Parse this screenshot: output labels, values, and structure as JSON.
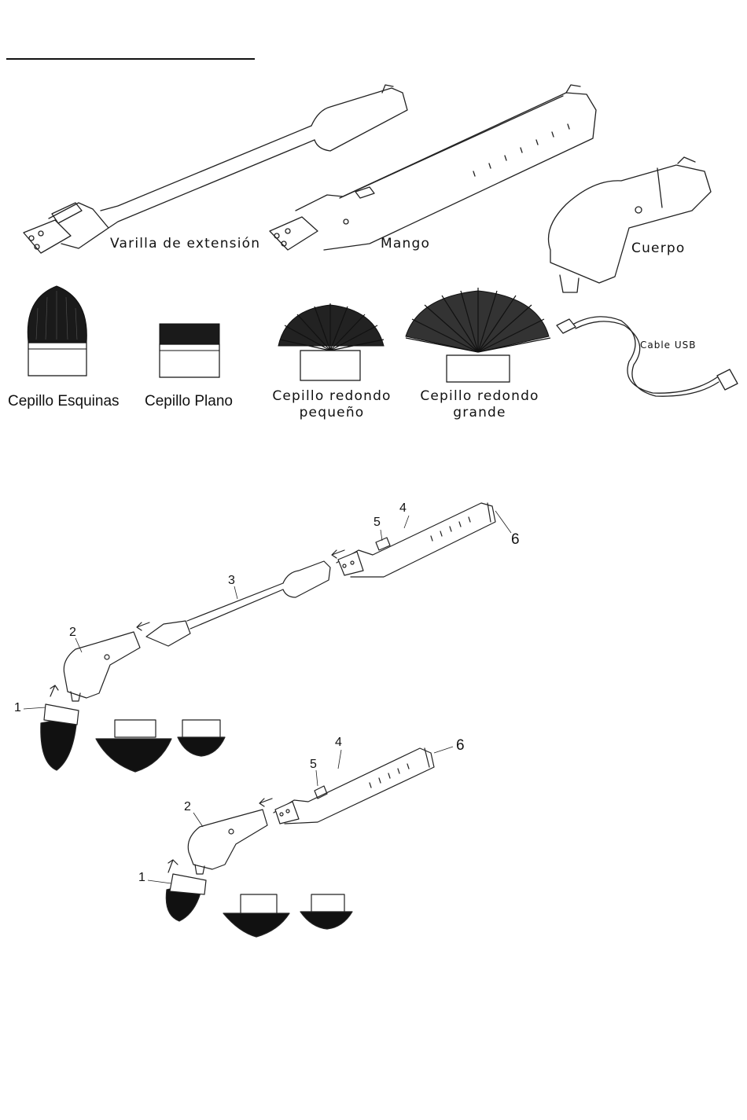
{
  "parts": {
    "extension_rod": "Varilla de extensión",
    "handle": "Mango",
    "body": "Cuerpo",
    "usb_cable": "Cable USB",
    "brush_corners": "Cepillo Esquinas",
    "brush_flat": "Cepillo Plano",
    "brush_round_small": "Cepillo redondo\npequeño",
    "brush_round_large": "Cepillo redondo\ngrande"
  },
  "assembly_long": {
    "callouts": [
      "1",
      "2",
      "3",
      "4",
      "5",
      "6"
    ]
  },
  "assembly_short": {
    "callouts": [
      "1",
      "2",
      "4",
      "5",
      "6"
    ]
  }
}
